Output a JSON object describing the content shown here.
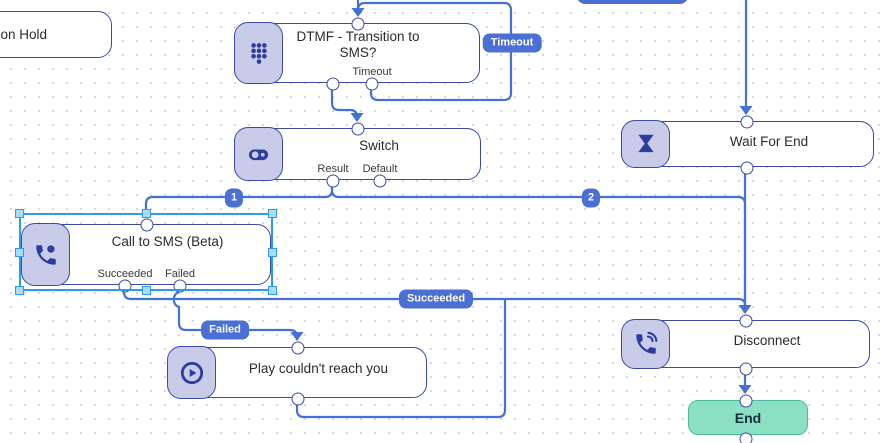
{
  "flow": {
    "nodes": {
      "on_hold": {
        "title": "on Hold"
      },
      "dtmf": {
        "title": "DTMF - Transition to SMS?",
        "timeout_label": "Timeout"
      },
      "switch": {
        "title": "Switch",
        "result_label": "Result",
        "default_label": "Default"
      },
      "wait_for_end": {
        "title": "Wait For End"
      },
      "call_to_sms": {
        "title": "Call to SMS (Beta)",
        "succeeded_label": "Succeeded",
        "failed_label": "Failed"
      },
      "play": {
        "title": "Play couldn't reach you"
      },
      "disconnect": {
        "title": "Disconnect"
      },
      "end": {
        "title": "End"
      }
    },
    "badges": {
      "timeout": "Timeout",
      "branch_1": "1",
      "branch_2": "2",
      "succeeded": "Succeeded",
      "failed": "Failed"
    }
  },
  "colors": {
    "node_border": "#3b4aa2",
    "connector": "#4472d4",
    "badge": "#4b6fd3",
    "selection": "#2d9cf0",
    "icon_bg": "#c8cce9",
    "icon_fg": "#2e3b9f",
    "end_fill": "#8be0c4",
    "end_border": "#4fb9a0"
  }
}
